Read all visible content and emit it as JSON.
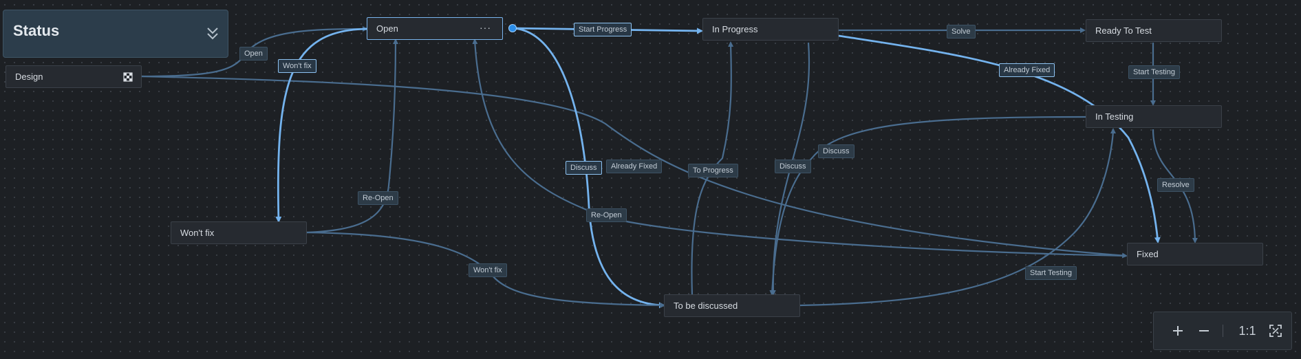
{
  "panel": {
    "title": "Status"
  },
  "nodes": {
    "open": {
      "label": "Open",
      "menu": "···"
    },
    "design": {
      "label": "Design"
    },
    "in_progress": {
      "label": "In Progress"
    },
    "ready_to_test": {
      "label": "Ready To Test"
    },
    "in_testing": {
      "label": "In Testing"
    },
    "wont_fix": {
      "label": "Won't fix"
    },
    "fixed": {
      "label": "Fixed"
    },
    "to_be_discussed": {
      "label": "To be discussed"
    }
  },
  "transitions": {
    "open": "Open",
    "wont_fix_1": "Won't fix",
    "start_progress": "Start Progress",
    "solve": "Solve",
    "already_fixed_1": "Already Fixed",
    "start_testing_1": "Start Testing",
    "discuss_1": "Discuss",
    "already_fixed_2": "Already Fixed",
    "to_progress": "To Progress",
    "discuss_2": "Discuss",
    "discuss_3": "Discuss",
    "re_open_1": "Re-Open",
    "re_open_2": "Re-Open",
    "resolve": "Resolve",
    "wont_fix_2": "Won't fix",
    "start_testing_2": "Start Testing"
  },
  "zoom": {
    "reset": "1:1"
  },
  "colors": {
    "accent": "#74b3ee",
    "edge": "#4a6d8f",
    "background": "#1d2024"
  }
}
